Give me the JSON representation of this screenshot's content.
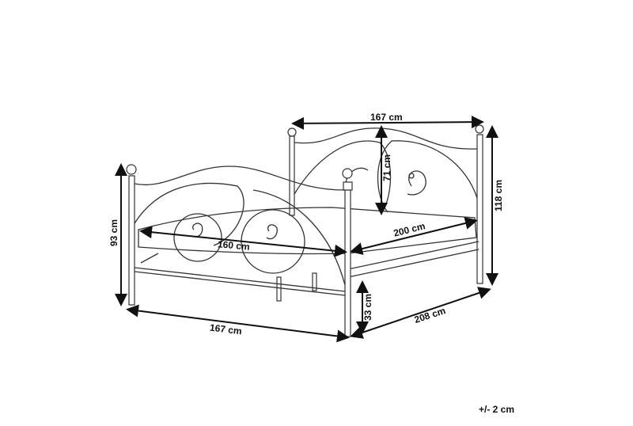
{
  "diagram": {
    "subject": "metal bed frame with scrolled headboard and footboard",
    "dimensions": {
      "headboard_width": "167 cm",
      "headboard_height": "71 cm",
      "total_height_head": "118 cm",
      "footboard_height": "93 cm",
      "mattress_width": "160 cm",
      "mattress_length": "200 cm",
      "underbed_clearance": "33 cm",
      "total_width_foot": "167 cm",
      "total_length": "208 cm"
    },
    "tolerance": "+/- 2 cm"
  }
}
